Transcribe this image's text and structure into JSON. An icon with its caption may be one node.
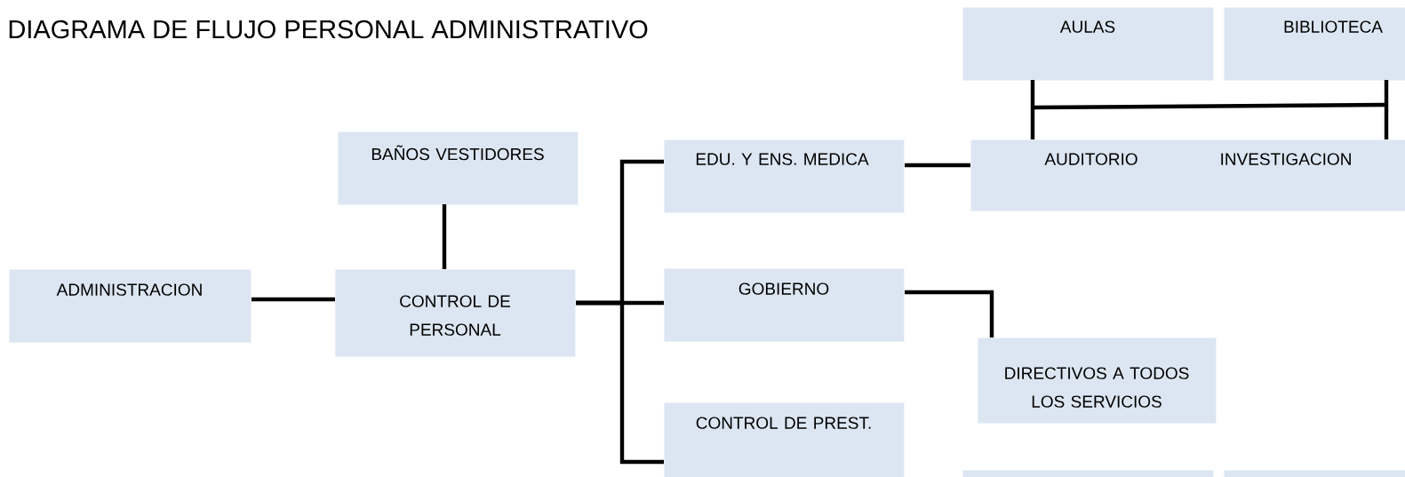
{
  "diagram": {
    "title": "DIAGRAMA DE FLUJO PERSONAL ADMINISTRATIVO",
    "nodes": [
      {
        "text": [
          "AULAS"
        ]
      },
      {
        "text": [
          "BIBLIOTECA"
        ]
      },
      {
        "text": [
          "BAÑOS VESTIDORES"
        ]
      },
      {
        "text": [
          "EDU. Y ENS. MEDICA"
        ]
      },
      {
        "text": [
          "AUDITORIO",
          "INVESTIGACION"
        ]
      },
      {
        "text": [
          "ADMINISTRACION"
        ]
      },
      {
        "text": [
          "CONTROL DE PERSONAL"
        ]
      },
      {
        "text": [
          "GOBIERNO"
        ]
      },
      {
        "text": [
          "DIRECTIVOS A TODOS LOS SERVICIOS"
        ]
      },
      {
        "text": [
          "CONTROL DE PREST."
        ]
      },
      {
        "text": [],
        "shape": "box"
      },
      {
        "text": [],
        "shape": "box"
      }
    ],
    "edges": [
      {
        "from": 4,
        "to": 0,
        "arrow": "none"
      },
      {
        "from": 4,
        "to": 1,
        "arrow": "none"
      },
      {
        "from": 5,
        "to": 6,
        "arrow": "none"
      },
      {
        "from": 2,
        "to": 6,
        "arrow": "none"
      },
      {
        "from": 6,
        "to": 3,
        "arrow": "none"
      },
      {
        "from": 6,
        "to": 7,
        "arrow": "none"
      },
      {
        "from": 6,
        "to": 9,
        "arrow": "none"
      },
      {
        "from": 3,
        "to": 4,
        "arrow": "none"
      },
      {
        "from": 7,
        "to": 8,
        "arrow": "none"
      }
    ]
  }
}
